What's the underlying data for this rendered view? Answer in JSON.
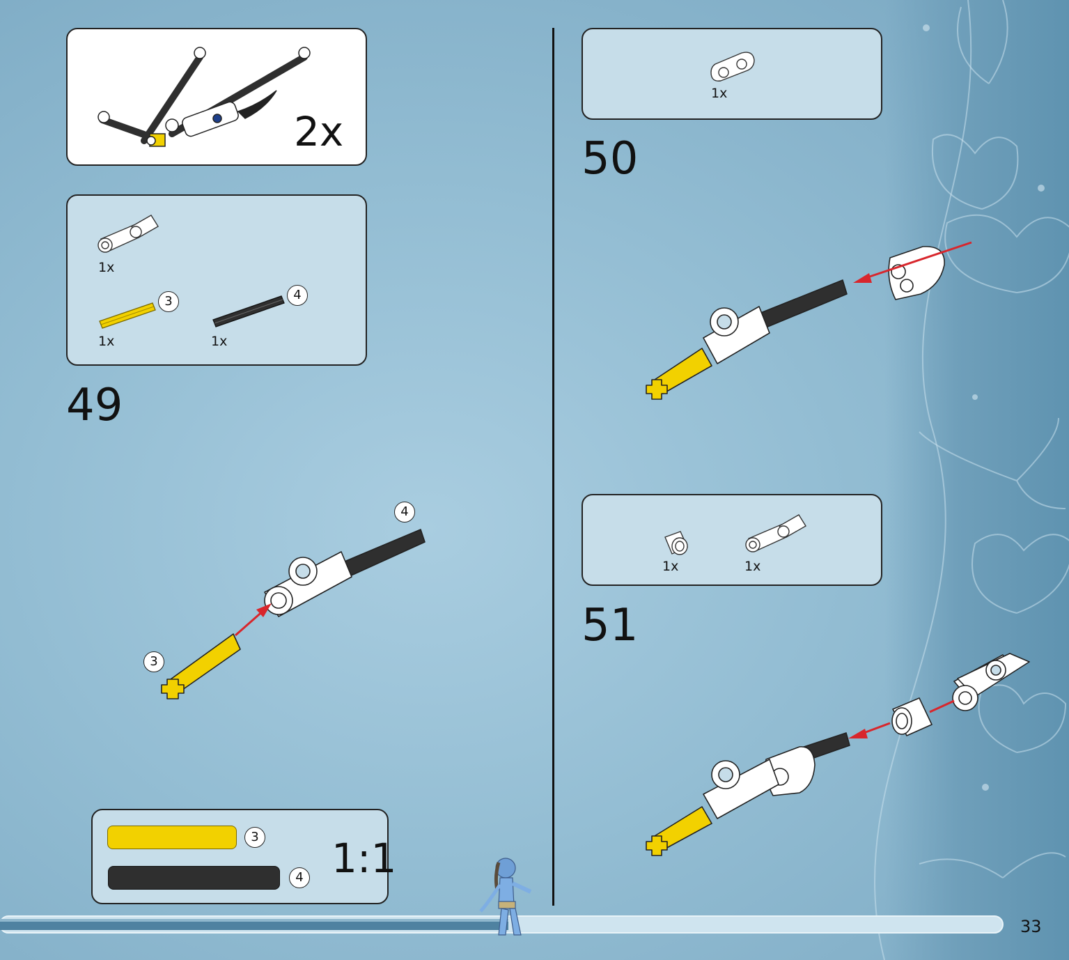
{
  "page_number": "33",
  "colors": {
    "background": "#a3c8dc",
    "panel": "#c6dde9",
    "axle_yellow": "#f2d100",
    "axle_black": "#2f2f2f",
    "arrow_red": "#d8262c"
  },
  "submodel_box": {
    "multiplier": "2x"
  },
  "step49": {
    "number": "49",
    "parts": [
      {
        "qty": "1x",
        "icon": "angle-connector-icon"
      },
      {
        "qty": "1x",
        "icon": "yellow-axle-icon",
        "length": "3"
      },
      {
        "qty": "1x",
        "icon": "black-axle-icon",
        "length": "4"
      }
    ],
    "callout_axle_3": "3",
    "callout_axle_4": "4"
  },
  "scale_box": {
    "ratio": "1:1",
    "length_yellow": "3",
    "length_black": "4"
  },
  "step50": {
    "number": "50",
    "parts": [
      {
        "qty": "1x",
        "icon": "beam-connector-icon"
      }
    ]
  },
  "step51": {
    "number": "51",
    "parts": [
      {
        "qty": "1x",
        "icon": "bush-icon"
      },
      {
        "qty": "1x",
        "icon": "angle-connector-icon"
      }
    ]
  }
}
